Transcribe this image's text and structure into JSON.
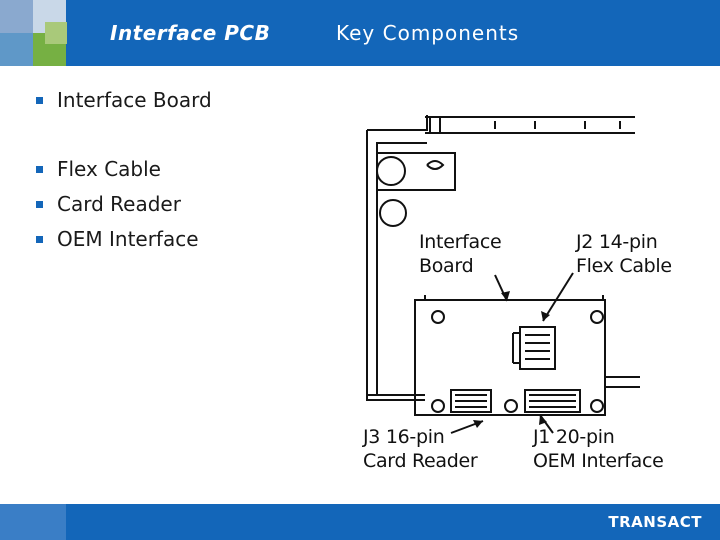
{
  "header": {
    "title": "Interface PCB",
    "subtitle": "Key Components",
    "color": "#1366b9"
  },
  "bullets": {
    "first": [
      "Interface Board"
    ],
    "second": [
      "Flex Cable",
      "Card Reader",
      "OEM Interface"
    ]
  },
  "diagram": {
    "labels": {
      "interface_board_line1": "Interface",
      "interface_board_line2": "Board",
      "j2_line1": "J2 14-pin",
      "j2_line2": "Flex Cable",
      "j3_line1": "J3 16-pin",
      "j3_line2": "Card Reader",
      "j1_line1": "J1 20-pin",
      "j1_line2": "OEM Interface"
    }
  },
  "footer": {
    "logo": "TRANSACT"
  }
}
